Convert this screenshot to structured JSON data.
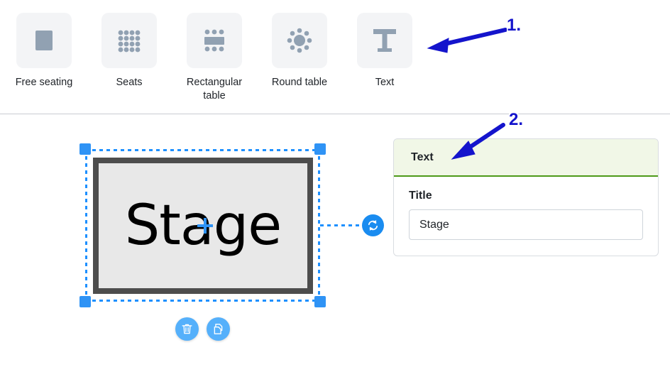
{
  "toolbar": {
    "items": [
      {
        "label": "Free seating",
        "icon": "free-seating-icon"
      },
      {
        "label": "Seats",
        "icon": "seats-grid-icon"
      },
      {
        "label": "Rectangular table",
        "icon": "rectangular-table-icon"
      },
      {
        "label": "Round table",
        "icon": "round-table-icon"
      },
      {
        "label": "Text",
        "icon": "text-t-icon"
      }
    ]
  },
  "canvas": {
    "object": {
      "type": "text",
      "text": "Stage",
      "selected": true,
      "handles": [
        "top-left",
        "top-right",
        "bottom-left",
        "bottom-right"
      ],
      "rotate_handle_icon": "rotate-icon",
      "actions": [
        {
          "name": "delete",
          "icon": "trash-icon"
        },
        {
          "name": "duplicate",
          "icon": "copy-icon"
        }
      ]
    }
  },
  "panel": {
    "header_title": "Text",
    "title_label": "Title",
    "title_value": "Stage",
    "title_placeholder": "Title"
  },
  "annotations": [
    {
      "number": "1.",
      "target": "text-tool"
    },
    {
      "number": "2.",
      "target": "panel-header-text"
    }
  ],
  "colors": {
    "annotation_blue": "#1414cc",
    "selection_blue": "#2f93f5",
    "action_button_blue": "#55b0fb",
    "panel_header_green_bg": "#f1f7e7",
    "panel_header_green_border": "#4d9a19",
    "tool_tile_bg": "#f3f4f6",
    "tool_icon_gray": "#91a1b2",
    "stage_border": "#4d4d4d",
    "stage_fill": "#e8e8e8"
  }
}
